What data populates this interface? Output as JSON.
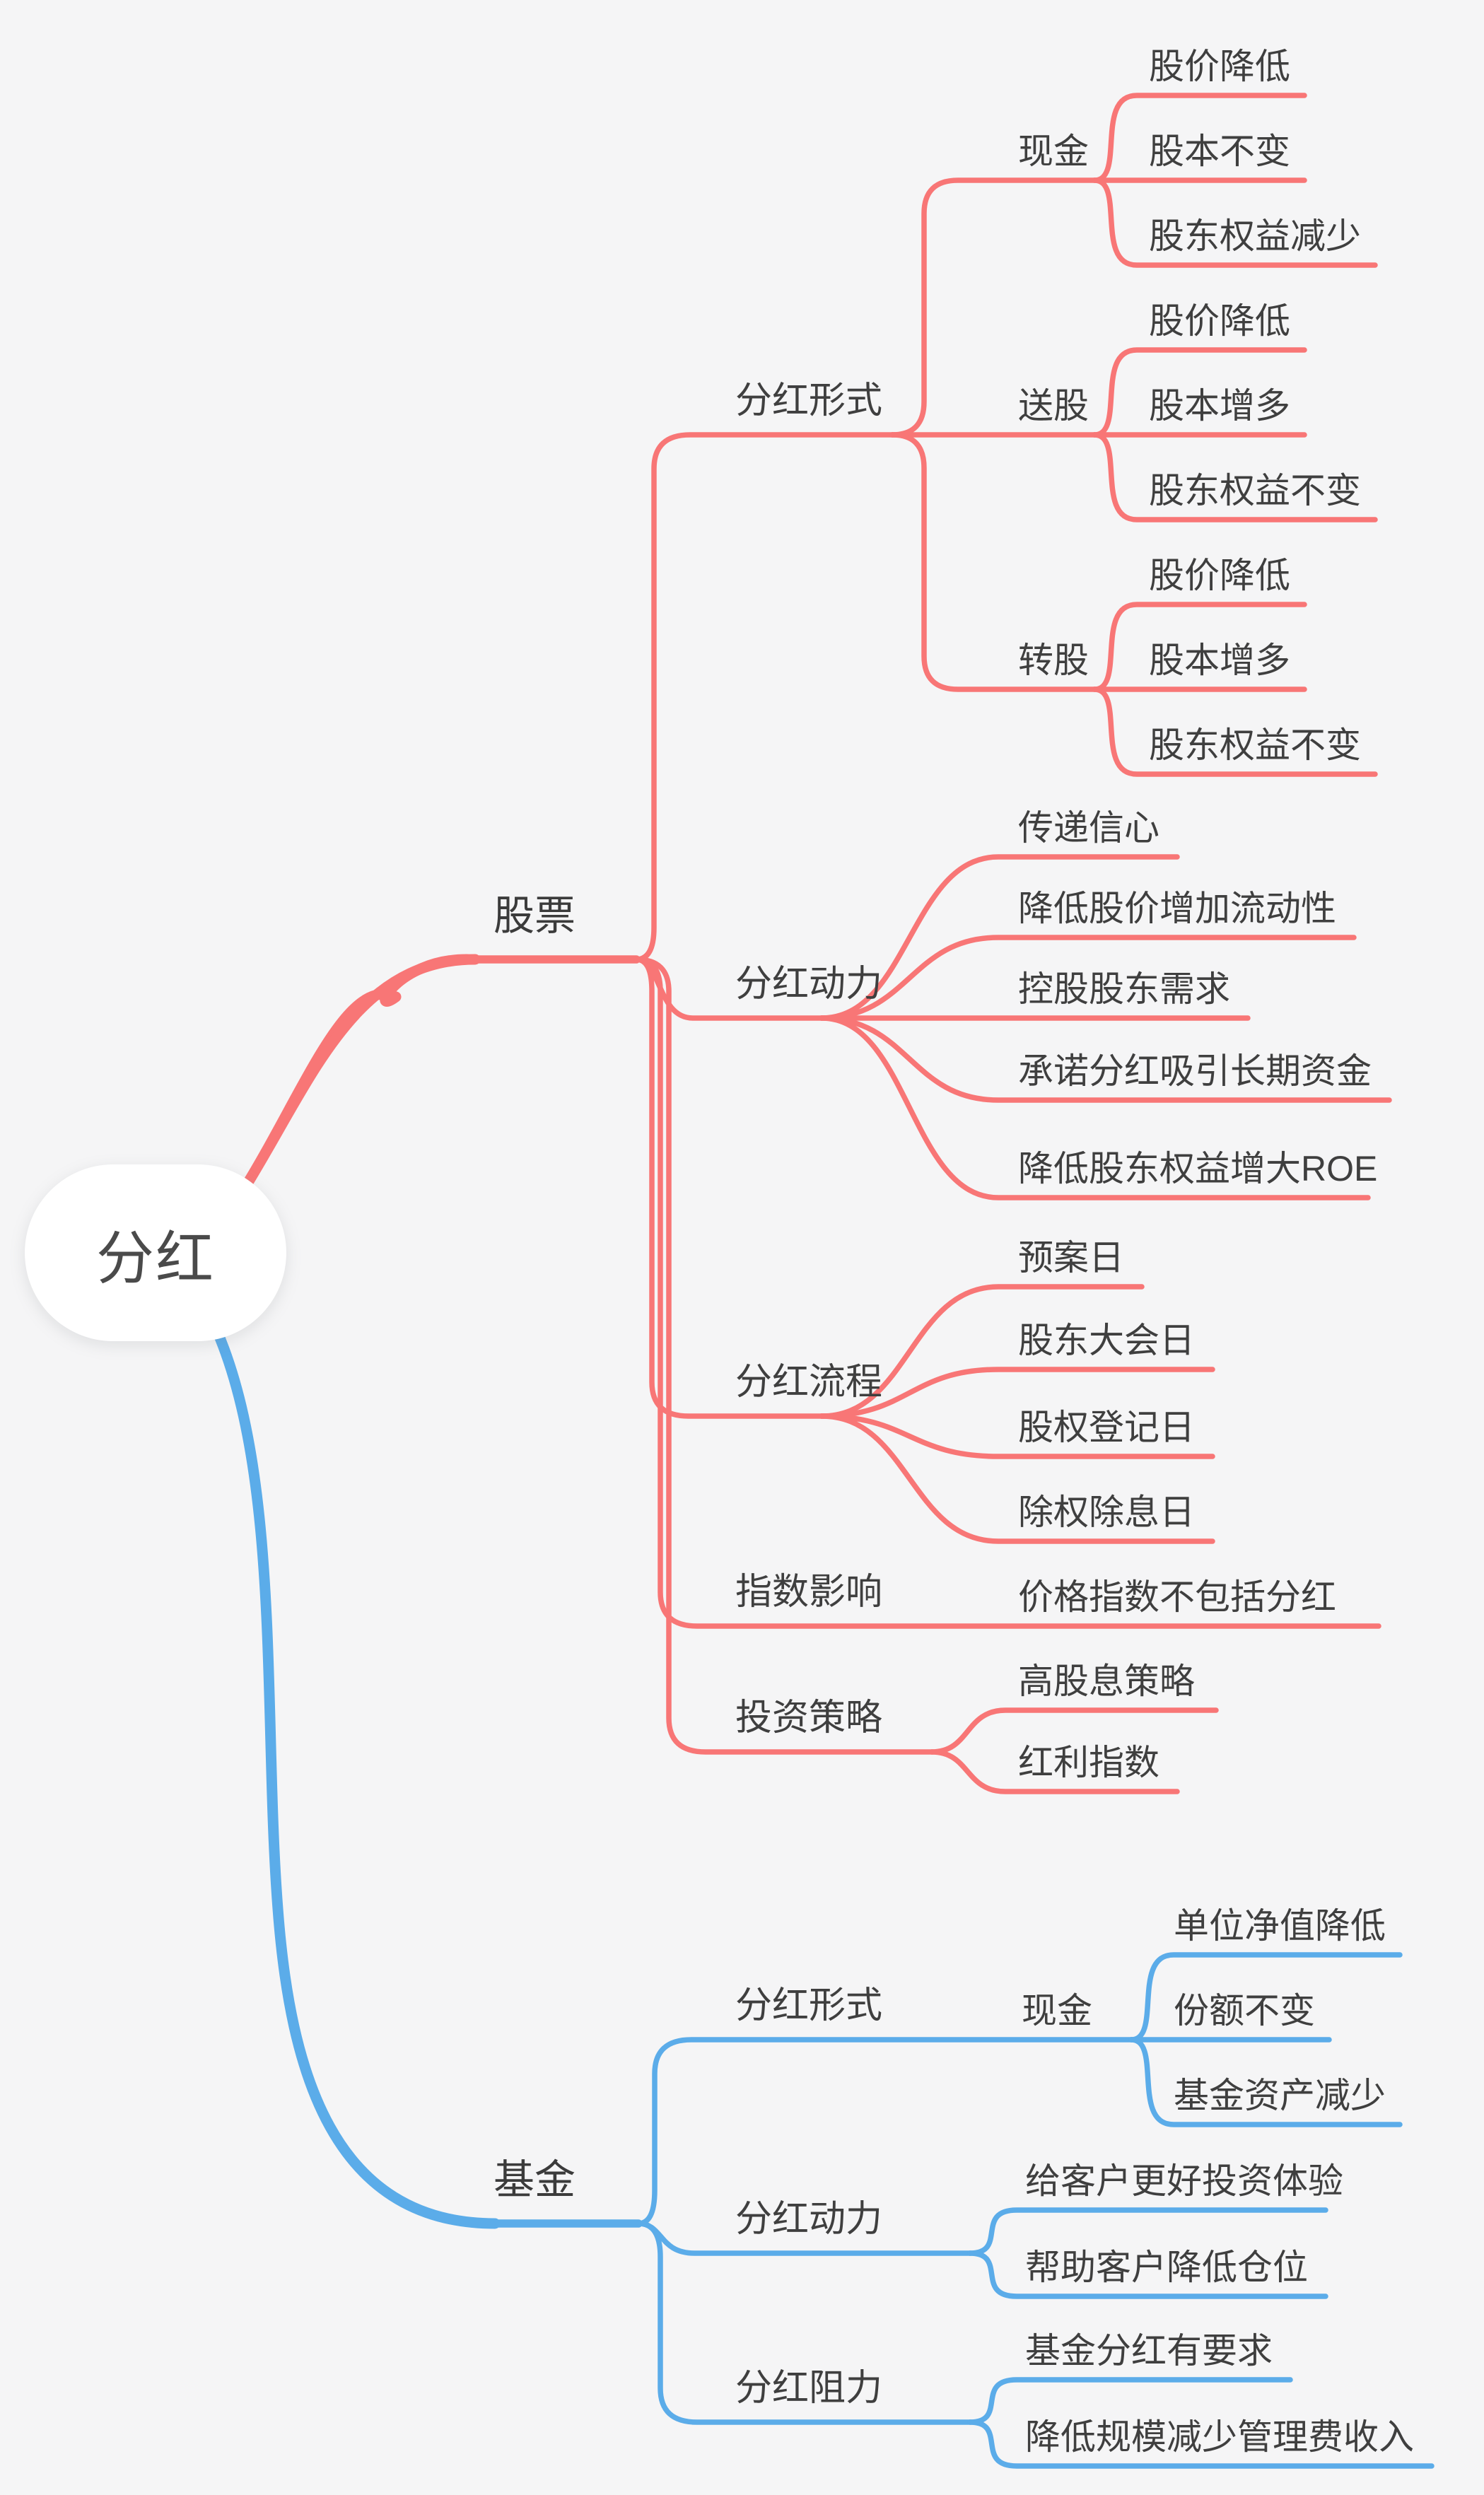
{
  "title": "分红",
  "colors": {
    "stock_branch": "#f87676",
    "fund_branch": "#5bace9",
    "text": "#3f3f3f",
    "background": "#f5f5f6",
    "root_bubble": "#ffffff"
  },
  "mindmap": {
    "root": {
      "label": "分红"
    },
    "stock": {
      "label": "股票",
      "sections": [
        {
          "label": "分红形式",
          "children": [
            {
              "label": "现金",
              "effects": [
                "股价降低",
                "股本不变",
                "股东权益减少"
              ]
            },
            {
              "label": "送股",
              "effects": [
                "股价降低",
                "股本增多",
                "股东权益不变"
              ]
            },
            {
              "label": "转股",
              "effects": [
                "股价降低",
                "股本增多",
                "股东权益不变"
              ]
            }
          ]
        },
        {
          "label": "分红动力",
          "items": [
            "传递信心",
            "降低股价增加流动性",
            "控股股东需求",
            "承诺分红吸引长期资金",
            "降低股东权益增大ROE"
          ]
        },
        {
          "label": "分红流程",
          "items": [
            "预案日",
            "股东大会日",
            "股权登记日",
            "除权除息日"
          ]
        },
        {
          "label": "指数影响",
          "items": [
            "价格指数不包括分红"
          ]
        },
        {
          "label": "投资策略",
          "items": [
            "高股息策略",
            "红利指数"
          ]
        }
      ]
    },
    "fund": {
      "label": "基金",
      "sections": [
        {
          "label": "分红形式",
          "children": [
            {
              "label": "现金",
              "effects": [
                "单位净值降低",
                "份额不变",
                "基金资产减少"
              ]
            }
          ]
        },
        {
          "label": "分红动力",
          "items": [
            "给客户更好投资体验",
            "帮助客户降低仓位"
          ]
        },
        {
          "label": "分红阻力",
          "items": [
            "基金分红有要求",
            "降低规模减少管理费收入"
          ]
        }
      ]
    }
  }
}
